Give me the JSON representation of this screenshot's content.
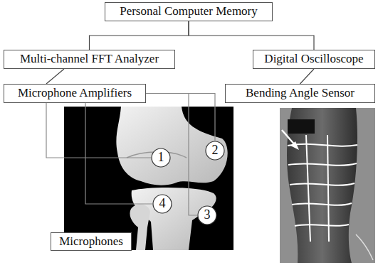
{
  "diagram": {
    "nodes": [
      {
        "text": [
          "Personal Computer Memory"
        ]
      },
      {
        "text": [
          "Multi-channel FFT Analyzer"
        ]
      },
      {
        "text": [
          "Digital Oscilloscope"
        ]
      },
      {
        "text": [
          "Microphone Amplifiers"
        ]
      },
      {
        "text": [
          "Bending Angle Sensor"
        ]
      },
      {
        "text": [
          "1"
        ]
      },
      {
        "text": [
          "2"
        ]
      },
      {
        "text": [
          "3"
        ]
      },
      {
        "text": [
          "4"
        ]
      },
      {
        "text": [
          "Microphones"
        ]
      }
    ],
    "edges": [
      {
        "from": 0,
        "to": 1,
        "arrow": "none"
      },
      {
        "from": 0,
        "to": 2,
        "arrow": "none"
      },
      {
        "from": 1,
        "to": 3,
        "arrow": "none"
      },
      {
        "from": 2,
        "to": 4,
        "arrow": "none"
      },
      {
        "from": 3,
        "to": 5,
        "arrow": "none"
      },
      {
        "from": 3,
        "to": 6,
        "arrow": "none"
      },
      {
        "from": 3,
        "to": 7,
        "arrow": "none"
      },
      {
        "from": 3,
        "to": 8,
        "arrow": "none"
      }
    ]
  }
}
